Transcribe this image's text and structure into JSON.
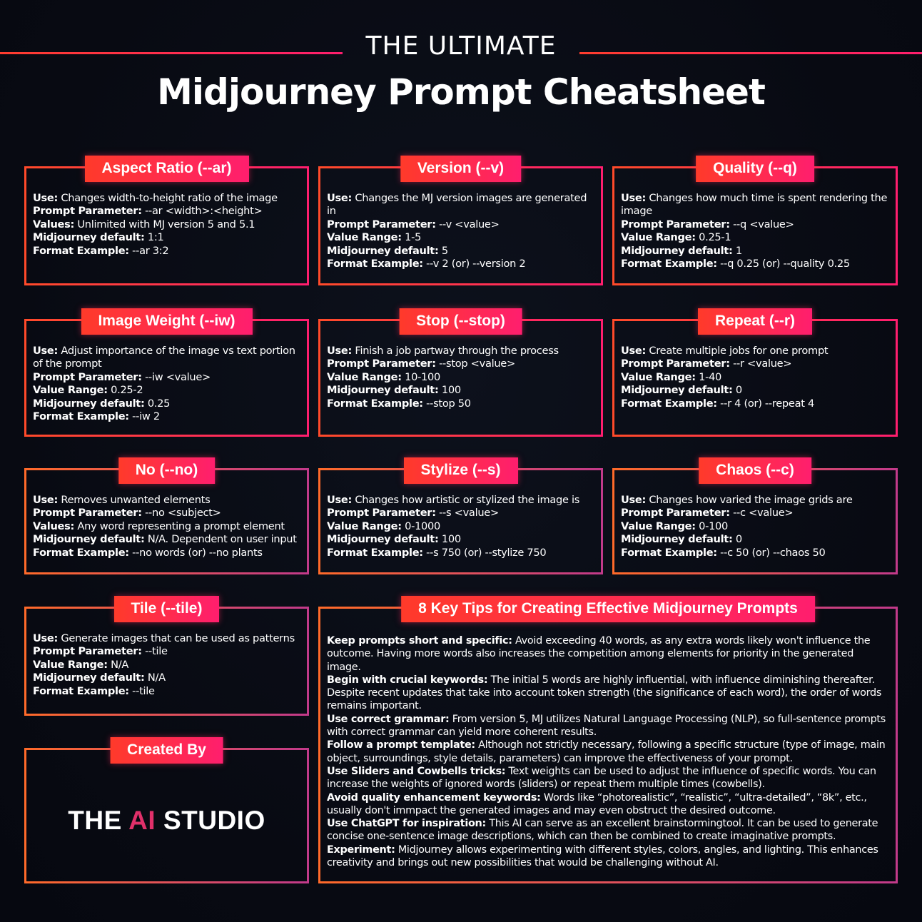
{
  "header": {
    "pretitle": "THE ULTIMATE",
    "title": "Midjourney Prompt Cheatsheet"
  },
  "cards": [
    {
      "title": "Aspect Ratio (--ar)",
      "rows": [
        {
          "label": "Use:",
          "text": " Changes width-to-height ratio of the image"
        },
        {
          "label": "Prompt Parameter:",
          "text": " --ar <width>:<height>"
        },
        {
          "label": "Values:",
          "text": " Unlimited with MJ version 5 and 5.1"
        },
        {
          "label": "Midjourney default:",
          "text": " 1:1"
        },
        {
          "label": "Format Example:",
          "text": " --ar 3:2"
        }
      ]
    },
    {
      "title": "Version (--v)",
      "rows": [
        {
          "label": "Use:",
          "text": " Changes the MJ version images are generated in"
        },
        {
          "label": "Prompt Parameter:",
          "text": " --v <value>"
        },
        {
          "label": "Value Range:",
          "text": " 1-5"
        },
        {
          "label": "Midjourney default:",
          "text": " 5"
        },
        {
          "label": "Format Example:",
          "text": " --v 2 (or) --version 2"
        }
      ]
    },
    {
      "title": "Quality (--q)",
      "rows": [
        {
          "label": "Use:",
          "text": " Changes how much time is spent rendering the image"
        },
        {
          "label": "Prompt Parameter:",
          "text": " --q <value>"
        },
        {
          "label": "Value Range:",
          "text": " 0.25-1"
        },
        {
          "label": "Midjourney default:",
          "text": " 1"
        },
        {
          "label": "Format Example:",
          "text": " --q 0.25 (or) --quality 0.25"
        }
      ]
    },
    {
      "title": "Image Weight (--iw)",
      "rows": [
        {
          "label": "Use:",
          "text": " Adjust importance of the image vs text portion of the prompt"
        },
        {
          "label": "Prompt Parameter:",
          "text": " --iw <value>"
        },
        {
          "label": "Value Range:",
          "text": " 0.25-2"
        },
        {
          "label": "Midjourney default:",
          "text": " 0.25"
        },
        {
          "label": "Format Example:",
          "text": " --iw 2"
        }
      ]
    },
    {
      "title": "Stop (--stop)",
      "rows": [
        {
          "label": "Use:",
          "text": " Finish a job partway through the process"
        },
        {
          "label": "Prompt Parameter:",
          "text": " --stop <value>"
        },
        {
          "label": "Value Range:",
          "text": " 10-100"
        },
        {
          "label": "Midjourney default:",
          "text": " 100"
        },
        {
          "label": "Format Example:",
          "text": " --stop 50"
        }
      ]
    },
    {
      "title": "Repeat (--r)",
      "rows": [
        {
          "label": "Use:",
          "text": " Create multiple jobs for one prompt"
        },
        {
          "label": "Prompt Parameter:",
          "text": " --r <value>"
        },
        {
          "label": "Value Range:",
          "text": " 1-40"
        },
        {
          "label": "Midjourney default:",
          "text": " 0"
        },
        {
          "label": "Format Example:",
          "text": " --r 4 (or) --repeat 4"
        }
      ]
    },
    {
      "title": "No (--no)",
      "rows": [
        {
          "label": "Use:",
          "text": " Removes unwanted elements"
        },
        {
          "label": "Prompt Parameter:",
          "text": " --no <subject>"
        },
        {
          "label": "Values:",
          "text": " Any word representing a prompt element"
        },
        {
          "label": "Midjourney default:",
          "text": " N/A. Dependent on user input"
        },
        {
          "label": "Format Example:",
          "text": " --no words (or) --no plants"
        }
      ]
    },
    {
      "title": "Stylize (--s)",
      "rows": [
        {
          "label": "Use:",
          "text": " Changes how artistic or stylized the image is"
        },
        {
          "label": "Prompt Parameter:",
          "text": " --s <value>"
        },
        {
          "label": "Value Range:",
          "text": " 0-1000"
        },
        {
          "label": "Midjourney default:",
          "text": " 100"
        },
        {
          "label": "Format Example:",
          "text": " --s 750 (or) --stylize 750"
        }
      ]
    },
    {
      "title": "Chaos (--c)",
      "rows": [
        {
          "label": "Use:",
          "text": " Changes how varied the image grids are"
        },
        {
          "label": "Prompt Parameter:",
          "text": " --c <value>"
        },
        {
          "label": "Value Range:",
          "text": " 0-100"
        },
        {
          "label": "Midjourney default:",
          "text": " 0"
        },
        {
          "label": "Format Example:",
          "text": " --c 50 (or) --chaos 50"
        }
      ]
    },
    {
      "title": "Tile (--tile)",
      "rows": [
        {
          "label": "Use:",
          "text": " Generate images that can be used as patterns"
        },
        {
          "label": "Prompt Parameter:",
          "text": " --tile"
        },
        {
          "label": "Value Range:",
          "text": " N/A"
        },
        {
          "label": "Midjourney default:",
          "text": " N/A"
        },
        {
          "label": "Format Example:",
          "text": " --tile"
        }
      ]
    }
  ],
  "tips": {
    "title": "8 Key Tips for Creating Effective Midjourney Prompts",
    "rows": [
      {
        "label": "Keep prompts short and specific:",
        "text": " Avoid exceeding 40 words, as any extra words likely won't influence the outcome. Having more words also increases the competition among elements for priority in the generated image."
      },
      {
        "label": "Begin with crucial keywords:",
        "text": " The initial 5 words are highly influential, with influence diminishing thereafter. Despite recent updates that take into account token strength (the significance of each word), the order of words remains important."
      },
      {
        "label": "Use correct grammar:",
        "text": " From version 5, MJ utilizes Natural Language Processing (NLP), so full-sentence prompts with correct grammar can yield more coherent results."
      },
      {
        "label": "Follow a prompt template:",
        "text": " Although not strictly necessary, following a specific structure (type of image, main object, surroundings, style details, parameters) can improve the effectiveness of your prompt."
      },
      {
        "label": "Use Sliders and Cowbells tricks:",
        "text": " Text weights can be used to adjust the influence of specific words. You can increase the weights of ignored words (sliders) or repeat them multiple times (cowbells)."
      },
      {
        "label": "Avoid quality enhancement keywords:",
        "text": " Words like “photorealistic”, “realistic”, “ultra-detailed”, “8k”, etc., usually don't immpact the generated images and may even obstruct the desired outcome."
      },
      {
        "label": "Use ChatGPT for inspiration:",
        "text": " This AI can serve as an excellent brainstormingtool. It can be used to generate concise one-sentence image descriptions, which can then be combined to create imaginative prompts."
      },
      {
        "label": "Experiment:",
        "text": " Midjourney allows experimenting with different styles, colors, angles, and lighting. This enhances creativity and brings out new possibilities that would be challenging without AI."
      }
    ]
  },
  "credit": {
    "title": "Created By",
    "logo_part1": "THE ",
    "logo_part2": "AI",
    "logo_part3": " STUDIO"
  }
}
